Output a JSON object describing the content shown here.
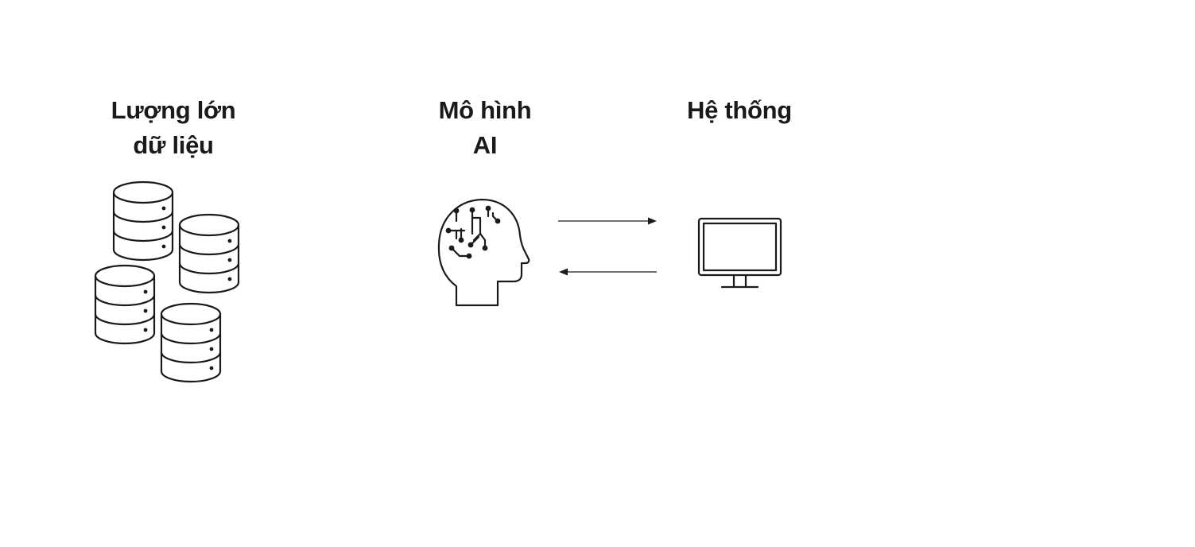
{
  "nodes": {
    "data": {
      "line1": "Lượng lớn",
      "line2": "dữ liệu",
      "icon": "database-stack-icon"
    },
    "model": {
      "line1": "Mô hình",
      "line2": "AI",
      "icon": "ai-head-circuit-icon"
    },
    "system": {
      "line1": "Hệ thống",
      "icon": "computer-monitor-icon"
    }
  },
  "edges": [
    {
      "from": "model",
      "to": "system",
      "direction": "right"
    },
    {
      "from": "system",
      "to": "model",
      "direction": "left"
    }
  ]
}
